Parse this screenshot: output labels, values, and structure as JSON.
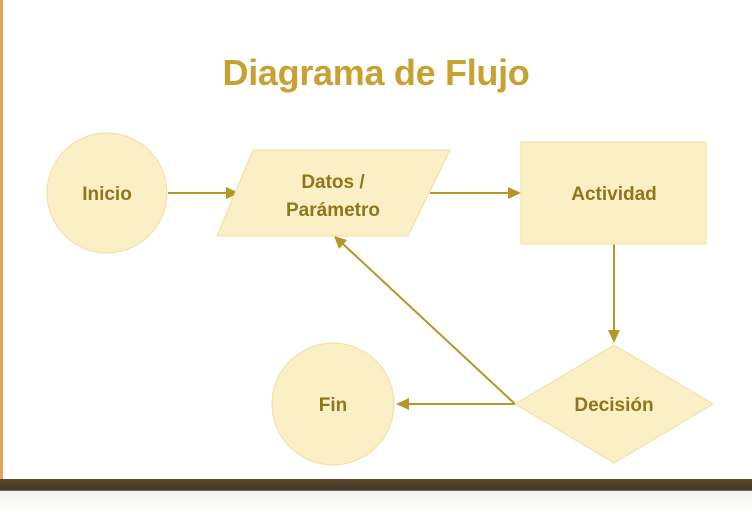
{
  "title": "Diagrama de Flujo",
  "nodes": {
    "inicio": {
      "shape": "circle",
      "label": "Inicio"
    },
    "datos": {
      "shape": "parallelogram",
      "label_line1": "Datos /",
      "label_line2": "Parámetro"
    },
    "actividad": {
      "shape": "rectangle",
      "label": "Actividad"
    },
    "decision": {
      "shape": "diamond",
      "label": "Decisión"
    },
    "fin": {
      "shape": "circle",
      "label": "Fin"
    }
  },
  "edges": [
    {
      "from": "inicio",
      "to": "datos"
    },
    {
      "from": "datos",
      "to": "actividad"
    },
    {
      "from": "actividad",
      "to": "decision"
    },
    {
      "from": "decision",
      "to": "fin"
    },
    {
      "from": "decision",
      "to": "datos"
    }
  ],
  "colors": {
    "title": "#c7a233",
    "node_fill": "#fbefc6",
    "node_label": "#8f7618",
    "edge": "#b59727",
    "left_accent": "#e3a45a"
  }
}
